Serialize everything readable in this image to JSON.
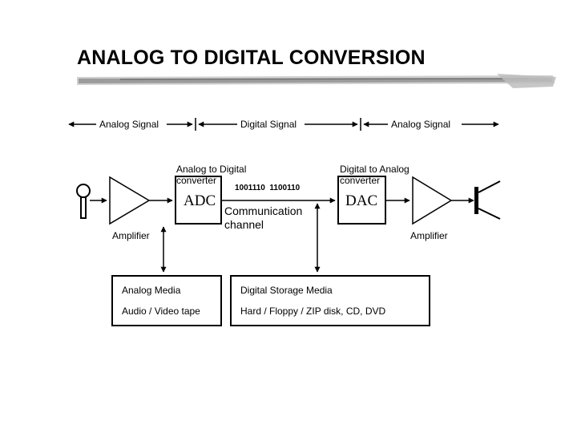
{
  "title": "ANALOG TO DIGITAL CONVERSION",
  "signal_bar": {
    "left": "Analog Signal",
    "middle": "Digital Signal",
    "right": "Analog Signal"
  },
  "adc": {
    "caption_line1": "Analog to Digital",
    "caption_line2": "converter",
    "label": "ADC"
  },
  "dac": {
    "caption_line1": "Digital to Analog",
    "caption_line2": "converter",
    "label": "DAC"
  },
  "bitstream": "1001110  1100110",
  "channel": {
    "line1": "Communication",
    "line2": "channel"
  },
  "amplifier_left": "Amplifier",
  "amplifier_right": "Amplifier",
  "analog_media": {
    "line1": "Analog Media",
    "line2": "Audio / Video tape"
  },
  "digital_media": {
    "line1": "Digital Storage Media",
    "line2": "Hard / Floppy / ZIP disk, CD, DVD"
  },
  "icons": {
    "microphone": "microphone-icon",
    "speaker": "speaker-icon"
  }
}
